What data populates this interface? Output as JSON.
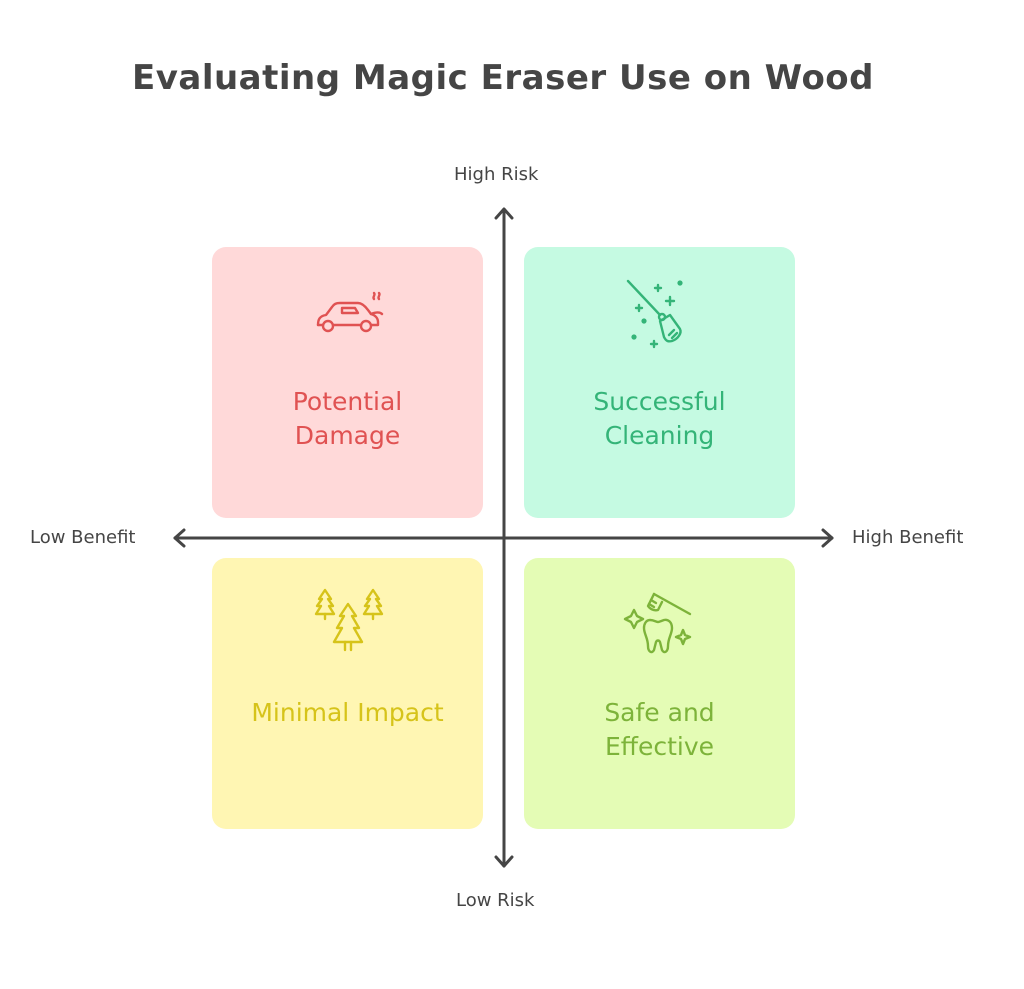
{
  "title": "Evaluating Magic Eraser Use on Wood",
  "axes": {
    "y_top": "High Risk",
    "y_bottom": "Low Risk",
    "x_left": "Low Benefit",
    "x_right": "High Benefit",
    "color": "#454545"
  },
  "quadrants": [
    {
      "position": "top-left",
      "lines": [
        "Potential",
        "Damage"
      ],
      "icon": "car-smoke-icon",
      "background": "#ffd9d9",
      "color": "#e05252"
    },
    {
      "position": "top-right",
      "lines": [
        "Successful",
        "Cleaning"
      ],
      "icon": "broom-sparkle-icon",
      "background": "#c5fae2",
      "color": "#34b478"
    },
    {
      "position": "bottom-left",
      "lines": [
        "Minimal Impact"
      ],
      "icon": "trees-icon",
      "background": "#fff6b3",
      "color": "#d6c31a"
    },
    {
      "position": "bottom-right",
      "lines": [
        "Safe and",
        "Effective"
      ],
      "icon": "tooth-brush-sparkle-icon",
      "background": "#e4fcb5",
      "color": "#7db33a"
    }
  ]
}
